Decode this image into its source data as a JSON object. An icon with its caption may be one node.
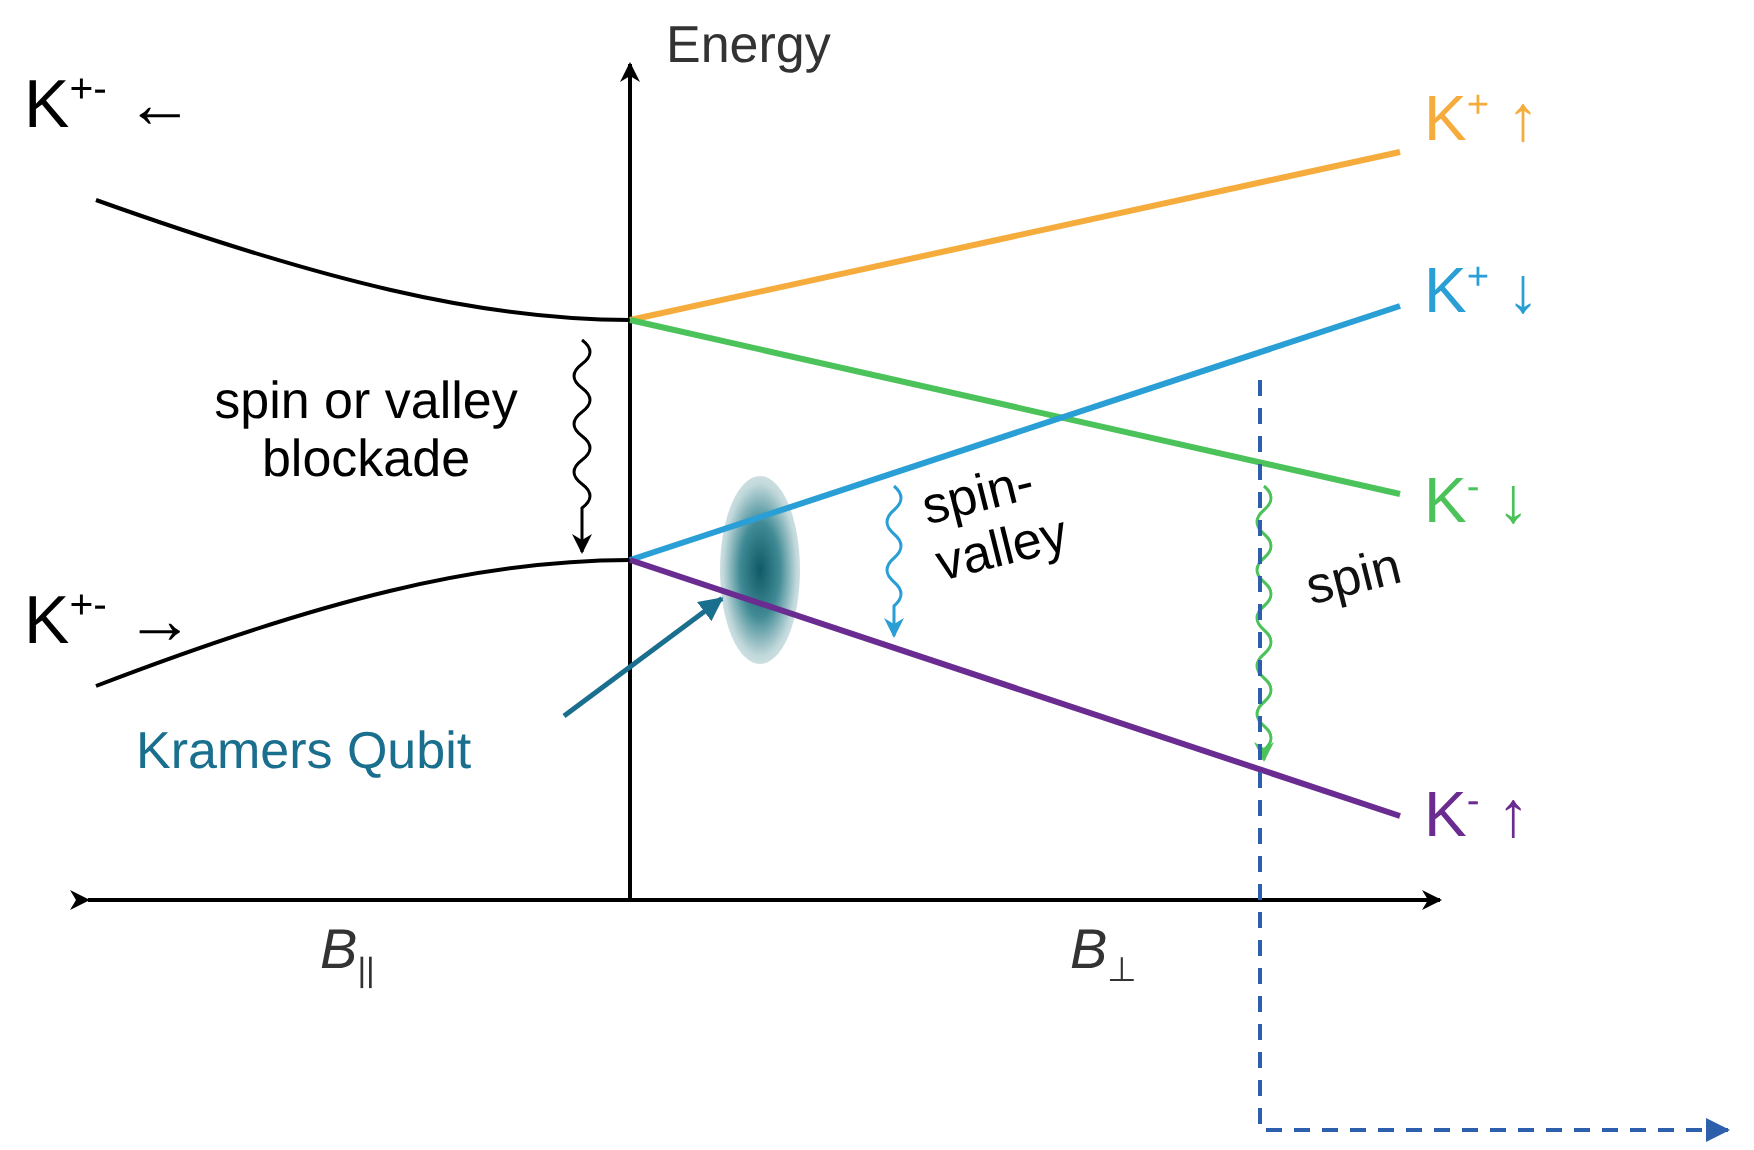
{
  "diagram": {
    "nodes": [
      {
        "text": [
          "Kramers Qubit"
        ]
      },
      {
        "text": [],
        "shape": "ellipse"
      }
    ],
    "edges": [
      {
        "from": 0,
        "to": 1,
        "arrow": "to"
      }
    ],
    "labels": [
      "Energy",
      "K$^{+-}$ ←",
      "K$^{+}$ ↑",
      "K$^{+}$ ↓",
      "spin or valley blockade",
      "K$^{-}$ ↓",
      "spin- valley",
      "spin",
      "K$^{+-}$ →",
      "K$^{-}$ ↑",
      "*B*$_{||}$",
      "*B*$_{⊥}$"
    ]
  }
}
